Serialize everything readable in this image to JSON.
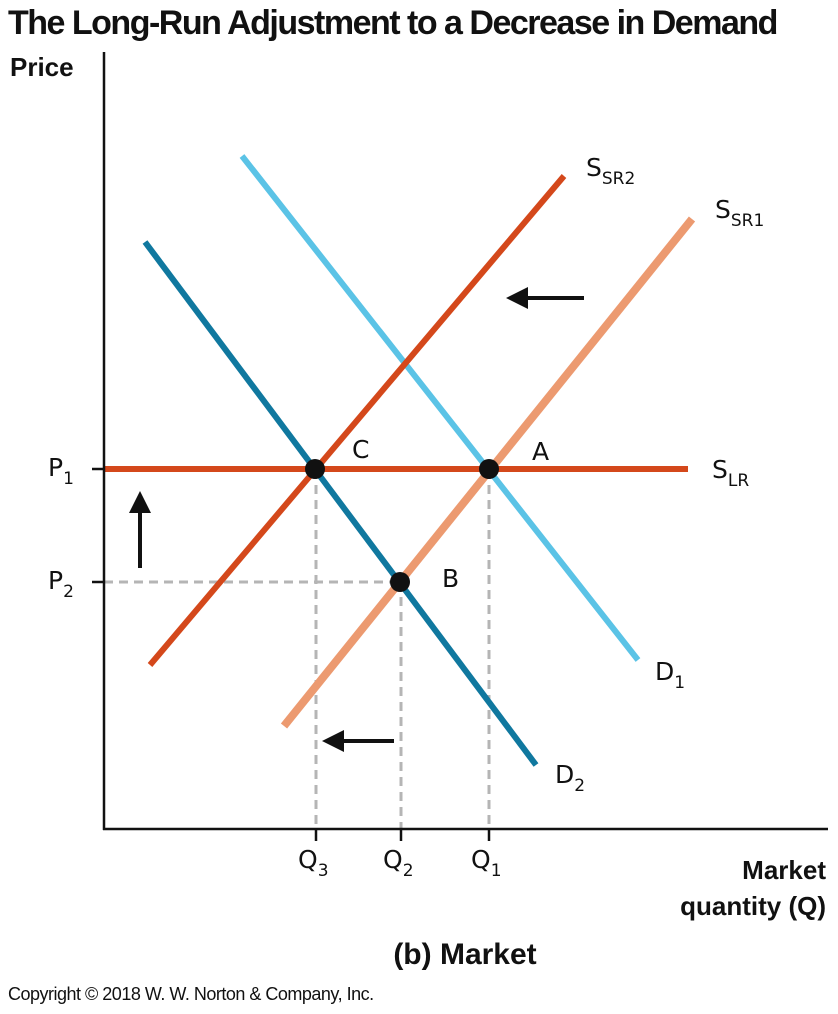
{
  "title": "The Long-Run Adjustment to a Decrease in Demand",
  "subtitle": "(b) Market",
  "copyright": "Copyright © 2018 W. W. Norton & Company, Inc.",
  "axes": {
    "y_label": "Price",
    "x_label_line1": "Market",
    "x_label_line2": "quantity (Q)"
  },
  "price_ticks": [
    {
      "main": "P",
      "sub": "1"
    },
    {
      "main": "P",
      "sub": "2"
    }
  ],
  "quantity_ticks": [
    {
      "main": "Q",
      "sub": "3"
    },
    {
      "main": "Q",
      "sub": "2"
    },
    {
      "main": "Q",
      "sub": "1"
    }
  ],
  "curves": [
    {
      "main": "S",
      "sub": "SR2",
      "color": "#d4481b"
    },
    {
      "main": "S",
      "sub": "SR1",
      "color": "#ec9a70"
    },
    {
      "main": "S",
      "sub": "LR",
      "color": "#d4481b"
    },
    {
      "main": "D",
      "sub": "1",
      "color": "#5bc3e6"
    },
    {
      "main": "D",
      "sub": "2",
      "color": "#10789f"
    }
  ],
  "points": [
    "C",
    "A",
    "B"
  ],
  "colors": {
    "axis": "#111111",
    "guide": "#b5b5b5",
    "arrow": "#111111"
  }
}
